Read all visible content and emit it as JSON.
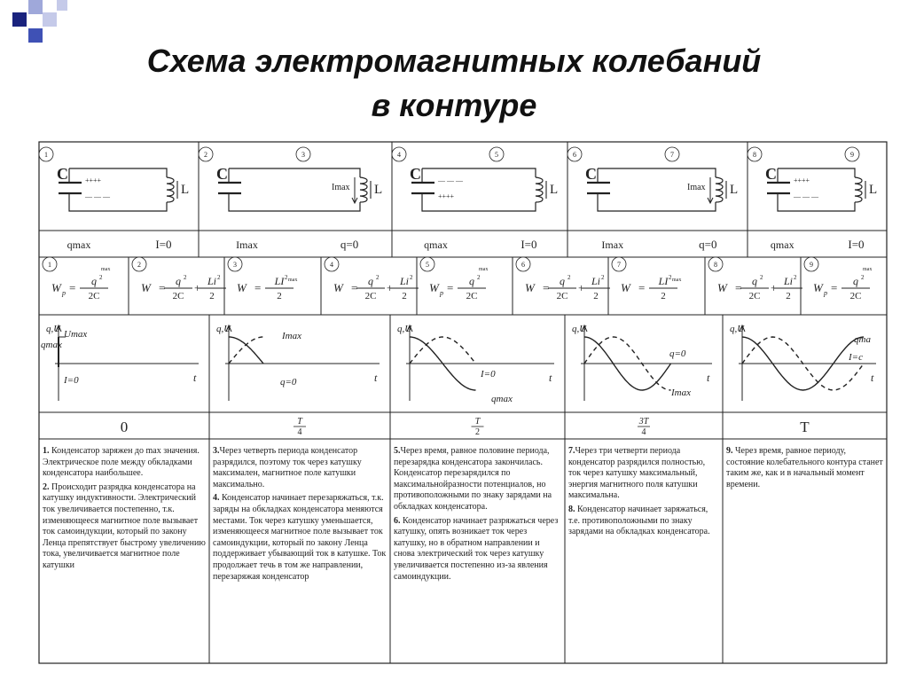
{
  "slide": {
    "title_line1": "Схема электромагнитных колебаний",
    "title_line2": "в контуре",
    "accent_colors": [
      "#1a237e",
      "#3f51b5",
      "#9fa8da",
      "#c5cae9"
    ]
  },
  "circuit_row": {
    "cells": [
      {
        "nums": [
          "1"
        ],
        "cap_label": "C",
        "plate_marks": [
          "++++",
          "— — —"
        ],
        "coil_label": "L",
        "current_label": ""
      },
      {
        "nums": [
          "2",
          "3"
        ],
        "cap_label": "C",
        "plate_marks": [],
        "coil_label": "L",
        "current_label": "Imax"
      },
      {
        "nums": [
          "4",
          "5"
        ],
        "cap_label": "C",
        "plate_marks": [
          "— — —",
          "++++"
        ],
        "coil_label": "L",
        "current_label": ""
      },
      {
        "nums": [
          "6",
          "7"
        ],
        "cap_label": "C",
        "plate_marks": [],
        "coil_label": "L",
        "current_label": "Imax"
      },
      {
        "nums": [
          "8",
          "9"
        ],
        "cap_label": "C",
        "plate_marks": [
          "++++",
          "— — —"
        ],
        "coil_label": "L",
        "current_label": ""
      }
    ]
  },
  "status_row": [
    {
      "left": "qmax",
      "right": "I=0"
    },
    {
      "left": "Imax",
      "right": "q=0"
    },
    {
      "left": "qmax",
      "right": "I=0"
    },
    {
      "left": "Imax",
      "right": "q=0"
    },
    {
      "left": "qmax",
      "right": "I=0"
    }
  ],
  "energy_row": [
    {
      "n": "1",
      "lhs": "W",
      "sub": "p",
      "kind": "cap"
    },
    {
      "n": "2",
      "lhs": "W",
      "sub": "",
      "kind": "sum"
    },
    {
      "n": "3",
      "lhs": "W",
      "sub": "",
      "kind": "ind"
    },
    {
      "n": "4",
      "lhs": "W",
      "sub": "",
      "kind": "sum"
    },
    {
      "n": "5",
      "lhs": "W",
      "sub": "p",
      "kind": "cap"
    },
    {
      "n": "6",
      "lhs": "W",
      "sub": "",
      "kind": "sum"
    },
    {
      "n": "7",
      "lhs": "W",
      "sub": "",
      "kind": "ind"
    },
    {
      "n": "8",
      "lhs": "W",
      "sub": "",
      "kind": "sum"
    },
    {
      "n": "9",
      "lhs": "W",
      "sub": "p",
      "kind": "cap"
    }
  ],
  "formula_parts": {
    "q2": "q",
    "q2max": "max",
    "twoC": "2C",
    "Li2": "Li",
    "LI2": "LI",
    "two": "2",
    "eq": "=",
    "plus": "+",
    "sq": "2"
  },
  "graph_row": [
    {
      "axis_y": "q,U",
      "axis_t": "t",
      "labels": [
        "Umax",
        "qmax",
        "I=0"
      ]
    },
    {
      "axis_y": "q,U",
      "axis_t": "t",
      "labels": [
        "Imax",
        "q=0"
      ]
    },
    {
      "axis_y": "q,U",
      "axis_t": "t",
      "labels": [
        "I=0",
        "qmax"
      ]
    },
    {
      "axis_y": "q,U",
      "axis_t": "t",
      "labels": [
        "q=0",
        "Imax"
      ]
    },
    {
      "axis_y": "q,U",
      "axis_t": "t",
      "labels": [
        "qma",
        "I=c"
      ]
    }
  ],
  "time_row": [
    {
      "num": "0",
      "den": ""
    },
    {
      "num": "T",
      "den": "4"
    },
    {
      "num": "T",
      "den": "2"
    },
    {
      "num": "3T",
      "den": "4"
    },
    {
      "num": "T",
      "den": ""
    }
  ],
  "descriptions": [
    {
      "paragraphs": [
        {
          "n": "1.",
          "text": " Конденсатор заряжен до max значения. Электрическое поле между обкладками конденсатора наибольшее."
        },
        {
          "n": "2.",
          "text": " Происходит разрядка конденсатора на катушку индуктивности. Электрический ток увеличивается постепенно, т.к. изменяющееся магнитное поле вызывает ток самоиндукции, который по закону Ленца препятствует быстрому увеличению тока, увеличивается магнитное поле катушки"
        }
      ]
    },
    {
      "paragraphs": [
        {
          "n": "3.",
          "text": "Через четверть периода конденсатор разрядился, поэтому ток через катушку максимален, магнитное поле катушки максимально."
        },
        {
          "n": "4.",
          "text": " Конденсатор начинает перезаряжаться, т.к. заряды на обкладках конденсатора меняются местами. Ток через катушку уменьшается, изменяющееся магнитное поле вызывает ток самоиндукции, который по закону Ленца поддерживает убывающий ток в катушке. Ток продолжает течь в том же направлении, перезаряжая конденсатор"
        }
      ]
    },
    {
      "paragraphs": [
        {
          "n": "5.",
          "text": "Через время, равное половине периода, перезарядка конденсатора закончилась. Конденсатор перезарядился по максимальнойразности потенциалов, но противоположными по знаку зарядами на обкладках конденсатора."
        },
        {
          "n": "6.",
          "text": " Конденсатор начинает разряжаться через катушку, опять возникает ток через катушку, но в обратном направлении и снова электрический ток через катушку увеличивается постепенно из-за явления самоиндукции."
        }
      ]
    },
    {
      "paragraphs": [
        {
          "n": "7.",
          "text": "Через три четверти периода конденсатор разрядился полностью, ток через катушку максимальный, энергия магнитного поля катушки максимальна."
        },
        {
          "n": "8.",
          "text": " Конденсатор начинает заряжаться, т.е. противоположными по знаку зарядами на обкладках конденсатора."
        }
      ]
    },
    {
      "paragraphs": [
        {
          "n": "9.",
          "text": " Через время, равное периоду, состояние колебательного контура станет таким же, как и в начальный момент времени."
        }
      ]
    }
  ]
}
